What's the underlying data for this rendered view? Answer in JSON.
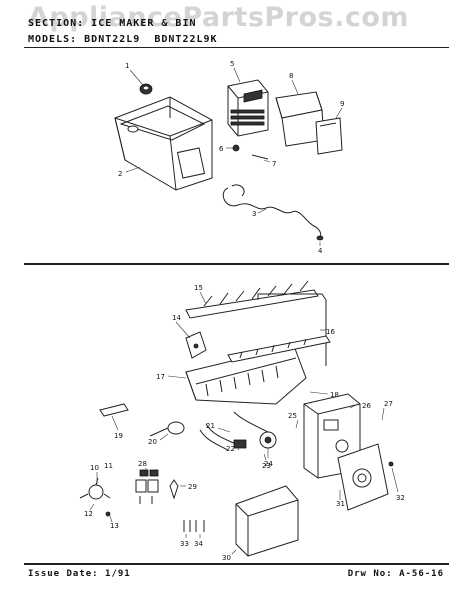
{
  "watermark": "AppliancePartsPros.com",
  "header": {
    "section_line": "SECTION: ICE MAKER & BIN",
    "model_line": "MODELS: BDNT22L9  BDNT22L9K"
  },
  "footer": {
    "issue_date": "Issue Date: 1/91",
    "drawing_no": "Drw No: A-56-16"
  },
  "callouts_upper": [
    "1",
    "2",
    "3",
    "4",
    "5",
    "6",
    "7",
    "8",
    "9"
  ],
  "callouts_lower": [
    "10",
    "11",
    "12",
    "13",
    "14",
    "15",
    "16",
    "17",
    "18",
    "19",
    "20",
    "21",
    "22",
    "23",
    "24",
    "25",
    "26",
    "27",
    "28",
    "29",
    "30",
    "31",
    "32",
    "33",
    "34"
  ]
}
